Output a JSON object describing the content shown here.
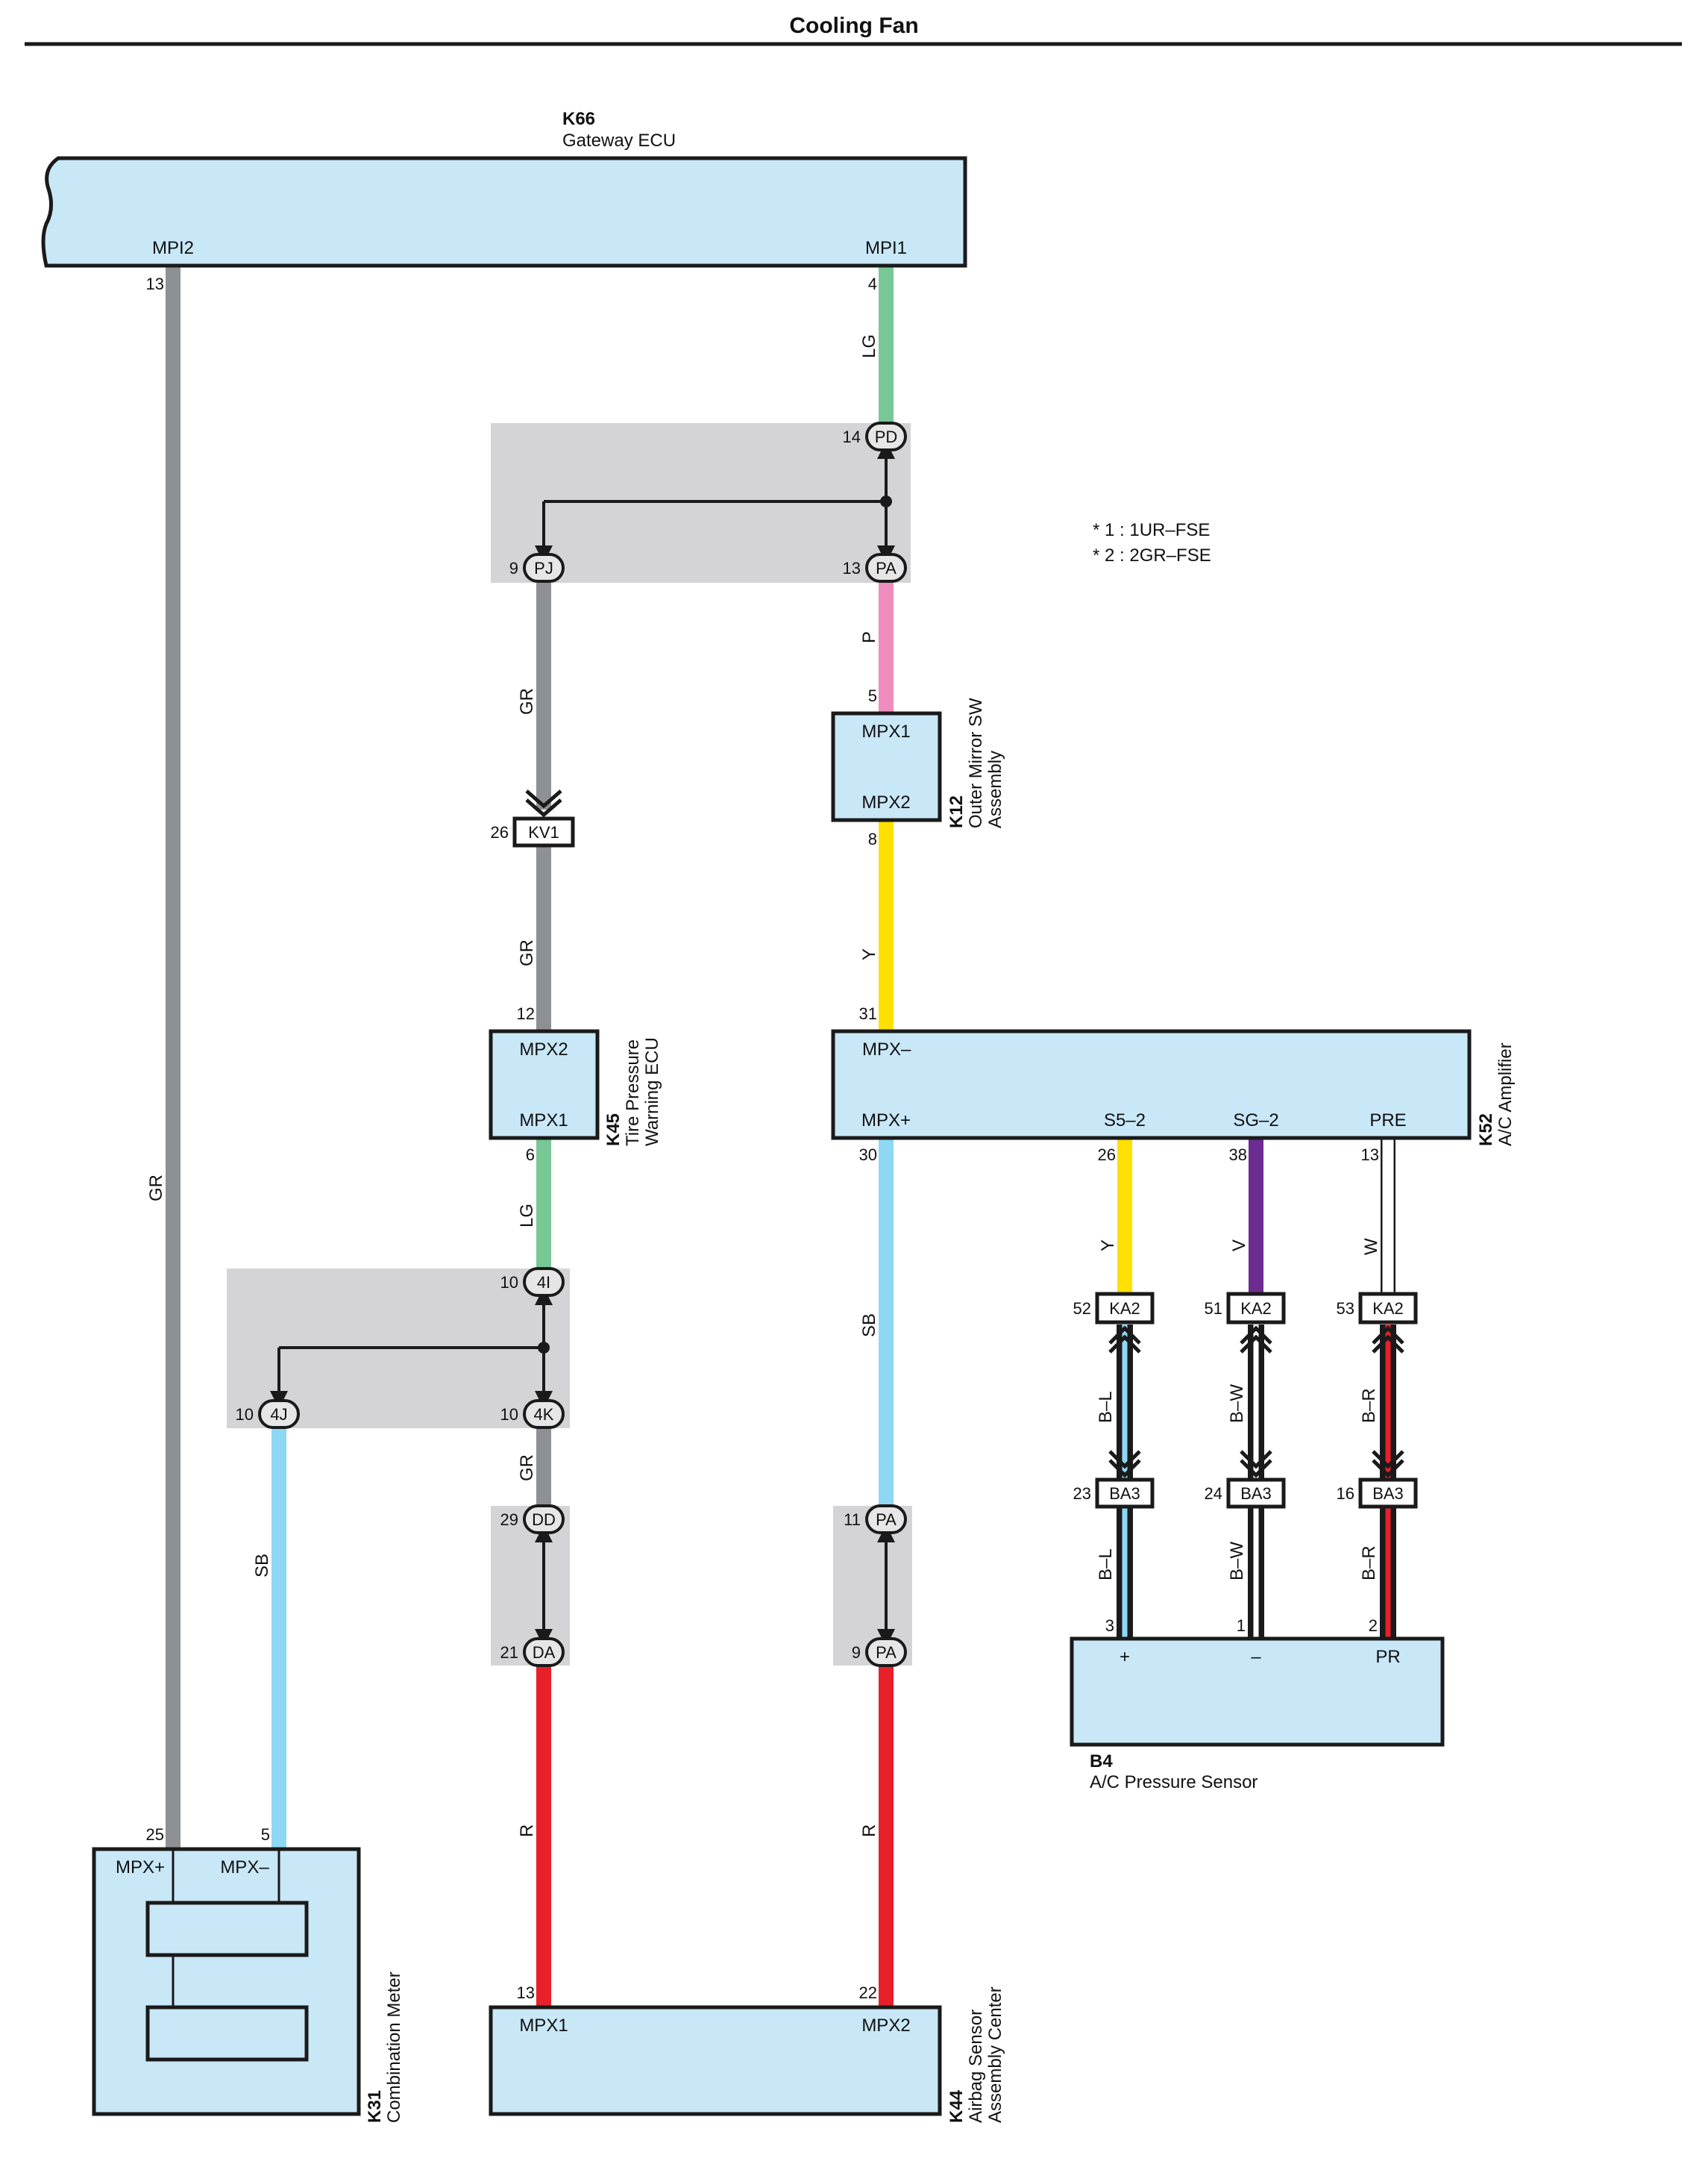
{
  "title": "Cooling Fan",
  "notes": [
    "* 1 : 1UR–FSE",
    "* 2 : 2GR–FSE"
  ],
  "colors": {
    "GR": "#8f9093",
    "LG": "#78c896",
    "P": "#ee8cbb",
    "Y": "#ffe000",
    "SB": "#8ed8f5",
    "R": "#e8202a",
    "V": "#6d2c91",
    "W": "#ffffff",
    "component_fill": "#c8e7f7",
    "splice_shade": "#d4d4d6"
  },
  "components": {
    "k66": {
      "id": "K66",
      "name": "Gateway ECU",
      "pin_mpi2": "MPI2",
      "pin_mpi1": "MPI1"
    },
    "k12": {
      "id": "K12",
      "name_1": "Outer Mirror SW",
      "name_2": "Assembly",
      "pin_a": "MPX1",
      "pin_b": "MPX2"
    },
    "k45": {
      "id": "K45",
      "name_1": "Tire Pressure",
      "name_2": "Warning ECU",
      "pin_a": "MPX2",
      "pin_b": "MPX1"
    },
    "k52": {
      "id": "K52",
      "name": "A/C Amplifier",
      "pin_minus": "MPX–",
      "pin_plus": "MPX+",
      "pin_s5": "S5–2",
      "pin_sg": "SG–2",
      "pin_pre": "PRE"
    },
    "b4": {
      "id": "B4",
      "name": "A/C Pressure Sensor",
      "pin_plus": "+",
      "pin_minus": "–",
      "pin_pr": "PR"
    },
    "k31": {
      "id": "K31",
      "name": "Combination Meter",
      "pin_a": "MPX+",
      "pin_b": "MPX–"
    },
    "k44": {
      "id": "K44",
      "name_1": "Airbag Sensor",
      "name_2": "Assembly Center",
      "pin_a": "MPX1",
      "pin_b": "MPX2"
    }
  },
  "connectors": {
    "pd": "PD",
    "pj": "PJ",
    "pa1": "PA",
    "kv1": "KV1",
    "c4i": "4I",
    "c4j": "4J",
    "c4k": "4K",
    "dd": "DD",
    "da": "DA",
    "pa2": "PA",
    "pa3": "PA",
    "ka2_a": "KA2",
    "ka2_b": "KA2",
    "ka2_c": "KA2",
    "ba3_a": "BA3",
    "ba3_b": "BA3",
    "ba3_c": "BA3"
  },
  "pins": {
    "p13_k66": "13",
    "p4_k66": "4",
    "p14_pd": "14",
    "p9_pj": "9",
    "p13_pa": "13",
    "p5_k12": "5",
    "p8_k12": "8",
    "p26_kv1": "26",
    "p12_k45": "12",
    "p6_k45": "6",
    "p31_k52": "31",
    "p30_k52": "30",
    "p26_k52": "26",
    "p38_k52": "38",
    "p13_k52": "13",
    "p10_4i": "10",
    "p10_4j": "10",
    "p10_4k": "10",
    "p29_dd": "29",
    "p21_da": "21",
    "p11_pa": "11",
    "p9_pa": "9",
    "p52": "52",
    "p51": "51",
    "p53": "53",
    "p23": "23",
    "p24": "24",
    "p16": "16",
    "p3_b4": "3",
    "p1_b4": "1",
    "p2_b4": "2",
    "p25_k31": "25",
    "p5_k31": "5",
    "p13_k44": "13",
    "p22_k44": "22"
  },
  "wires": {
    "gr_main": "GR",
    "lg_top": "LG",
    "p_mid": "P",
    "gr_mid": "GR",
    "gr_mid2": "GR",
    "y_mid": "Y",
    "lg_mid": "LG",
    "sb_right": "SB",
    "y_s5": "Y",
    "v_sg": "V",
    "w_pre": "W",
    "bl_1": "B–L",
    "bw_1": "B–W",
    "br_1": "B–R",
    "bl_2": "B–L",
    "bw_2": "B–W",
    "br_2": "B–R",
    "sb_left": "SB",
    "gr_low": "GR",
    "r_left": "R",
    "r_right": "R"
  }
}
